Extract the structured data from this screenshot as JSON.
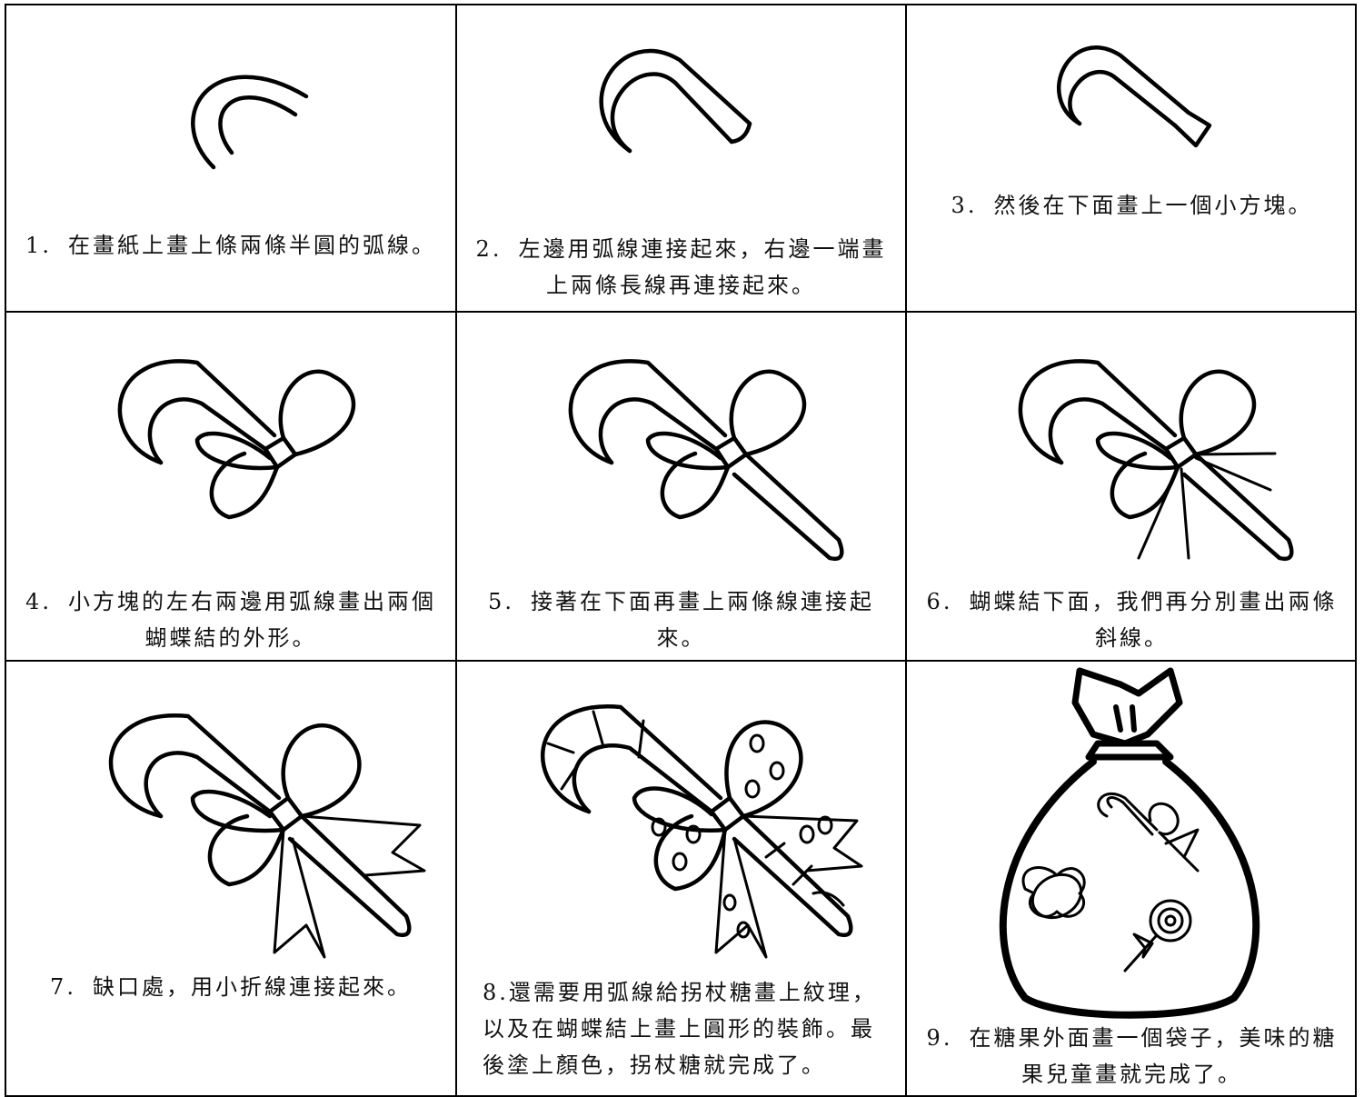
{
  "steps": [
    {
      "number": "1.",
      "text": "在畫紙上畫上條兩條半圓的弧線。"
    },
    {
      "number": "2.",
      "text": "左邊用弧線連接起來，右邊一端畫上兩條長線再連接起來。"
    },
    {
      "number": "3.",
      "text": "然後在下面畫上一個小方塊。"
    },
    {
      "number": "4.",
      "text": "小方塊的左右兩邊用弧線畫出兩個蝴蝶結的外形。"
    },
    {
      "number": "5.",
      "text": "接著在下面再畫上兩條線連接起來。"
    },
    {
      "number": "6.",
      "text": "蝴蝶結下面，我們再分別畫出兩條斜線。"
    },
    {
      "number": "7.",
      "text": "缺口處，用小折線連接起來。"
    },
    {
      "number": "8.",
      "text": "還需要用弧線給拐杖糖畫上紋理，以及在蝴蝶結上畫上圓形的裝飾。最後塗上顏色，拐杖糖就完成了。"
    },
    {
      "number": "9.",
      "text": "在糖果外面畫一個袋子，美味的糖果兒童畫就完成了。"
    }
  ]
}
